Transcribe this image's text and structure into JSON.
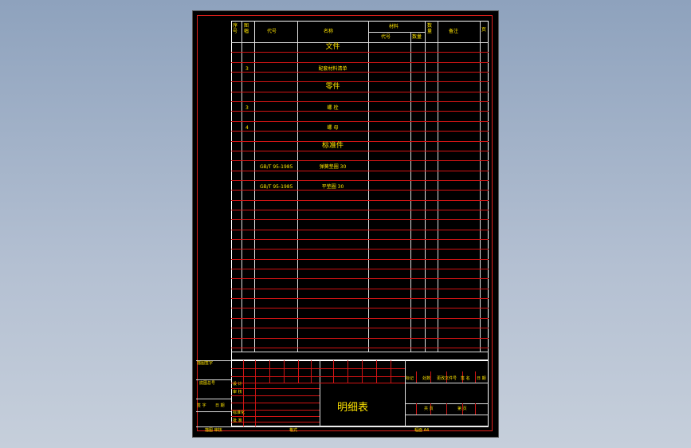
{
  "header": {
    "seq": "序号",
    "code": "代号",
    "num": "图幅",
    "name": "名称",
    "qty": "数量",
    "mat": "材料",
    "note": "备注",
    "sub_qty": "数量",
    "sub_code": "代号",
    "page": "页"
  },
  "rows": [
    {
      "seq": "",
      "code": "",
      "name": "文件",
      "section": true
    },
    {
      "seq": "3",
      "code": "",
      "name": "配套材料清单",
      "section": false
    },
    {
      "seq": "",
      "code": "",
      "name": "零件",
      "section": true
    },
    {
      "seq": "3",
      "code": "",
      "name": "螺 栓",
      "section": false
    },
    {
      "seq": "4",
      "code": "",
      "name": "螺 母",
      "section": false
    },
    {
      "seq": "",
      "code": "",
      "name": "标准件",
      "section": true
    },
    {
      "seq": "",
      "code": "GB/T 95-1985",
      "name": "弹簧垫圈 30",
      "section": false
    },
    {
      "seq": "",
      "code": "GB/T 95-1985",
      "name": "平垫圈 30",
      "section": false
    }
  ],
  "title_block": {
    "drawing_name": "明细表",
    "left_labels": [
      "描图签字",
      "底图总号",
      "签 字",
      "日 期"
    ],
    "role_labels": [
      "设 计",
      "审 核",
      "标准化",
      "批 准"
    ],
    "right_header": [
      "标记",
      "处数",
      "更改文件号",
      "签 名",
      "日 期"
    ],
    "sheet_info": [
      "共 页",
      "第 页"
    ],
    "bottom_left": "描图  审核",
    "bottom_mid": "格式",
    "bottom_right": "幅面 A4"
  }
}
